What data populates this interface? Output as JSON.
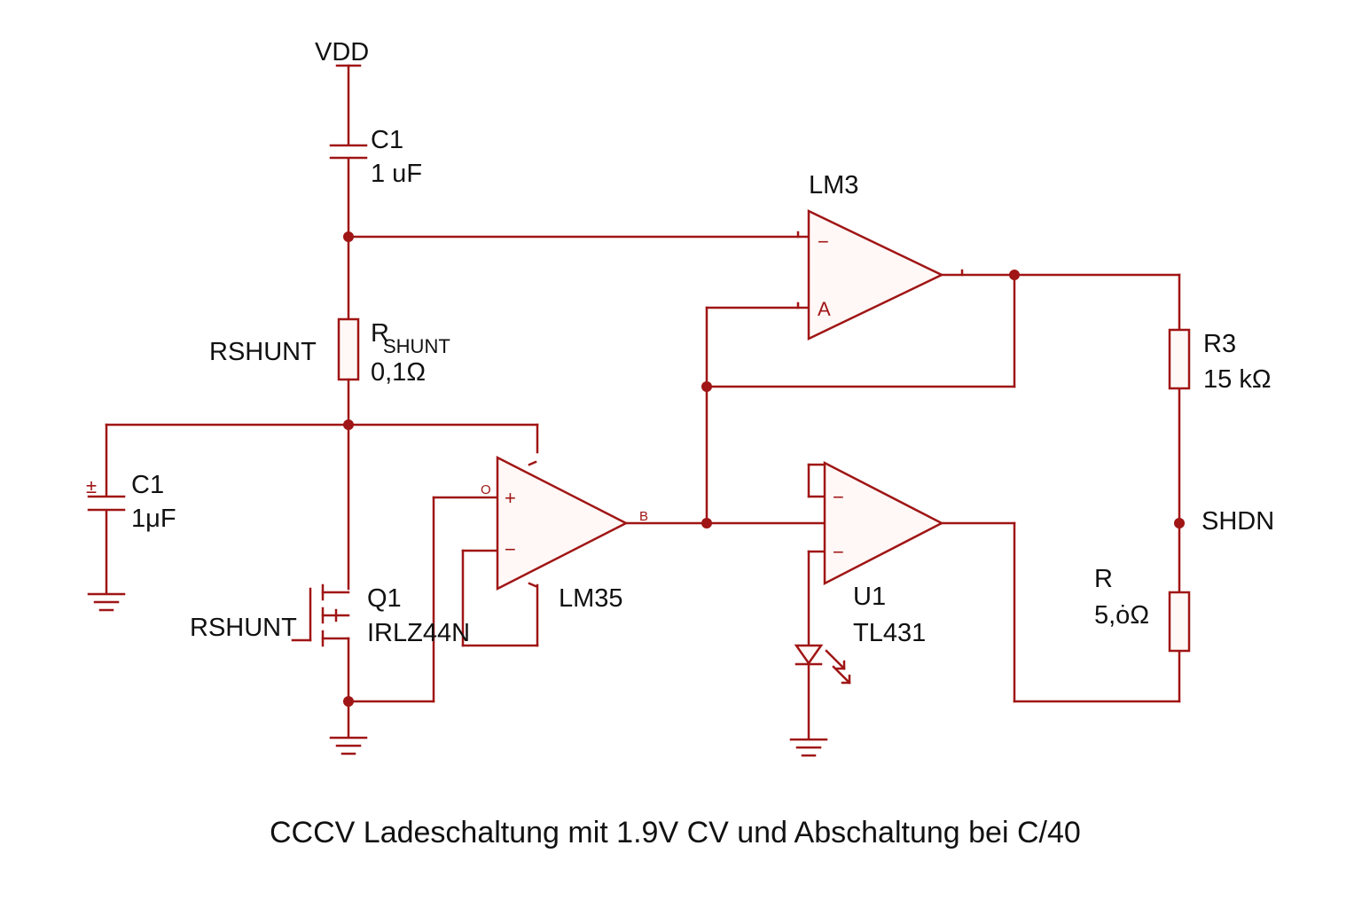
{
  "labels": {
    "vdd": "VDD",
    "c1_top_name": "C1",
    "c1_top_value": "1 uF",
    "rshunt_left": "RSHUNT",
    "rshunt_name_main": "R",
    "rshunt_name_sub": "SHUNT",
    "rshunt_value": "0,1Ω",
    "c1_left_name": "C1",
    "c1_left_value": "1μF",
    "q1_name": "Q1",
    "q1_part": "IRLZ44N",
    "q1_label": "RSHUNT",
    "lm35": "LM35",
    "lm3": "LM3",
    "u1_name": "U1",
    "u1_part": "TL431",
    "r3_name": "R3",
    "r3_value": "15 kΩ",
    "shdn": "SHDN",
    "r_name": "R",
    "r_value": "5,ȯΩ"
  },
  "pins": {
    "lm3_minus": "−",
    "lm3_a": "A",
    "lm35_plus": "+",
    "lm35_minus": "−",
    "lm35_o": "O",
    "lm35_b": "B",
    "u1_minus_top": "−",
    "u1_minus_bottom": "−",
    "cap_plus": "±"
  },
  "caption": "CCCV Ladeschaltung mit 1.9V CV und Abschaltung bei C/40",
  "colors": {
    "wire": "#a01515",
    "text": "#111111",
    "background": "#ffffff"
  }
}
